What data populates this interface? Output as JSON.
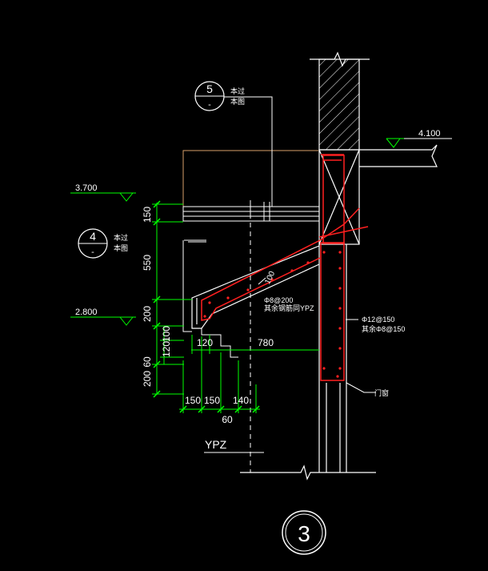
{
  "levels": {
    "top_right": "4.100",
    "left_upper": "3.700",
    "left_lower": "2.800"
  },
  "details": {
    "upper_number": "5",
    "upper_sub": "-",
    "upper_note_1": "本过",
    "upper_note_2": "本图",
    "mid_number": "4",
    "mid_sub": "-",
    "mid_note_1": "本过",
    "mid_note_2": "本图"
  },
  "dimensions": {
    "v_150": "150",
    "v_550": "550",
    "v_200_top": "200",
    "v_100": "100",
    "v_120": "120",
    "v_60": "60",
    "v_200_bottom": "200",
    "h_120": "120",
    "h_780": "780",
    "h_150_a": "150",
    "h_150_b": "150",
    "h_140": "140",
    "h_60": "60"
  },
  "annotations": {
    "slab_rebar_1": "Φ8@200",
    "slab_rebar_2": "其余钢筋同YPZ",
    "slab_thk": "100",
    "col_rebar_1": "Φ12@150",
    "col_rebar_2": "其余Φ8@150",
    "wall_label": "门窗",
    "component": "YPZ",
    "sheet_number": "3"
  },
  "colors": {
    "background": "#000000",
    "line_white": "#ffffff",
    "line_yellow": "#ffff00",
    "line_green": "#00ff00",
    "line_red": "#ff2020",
    "line_orange": "#d9a06a"
  }
}
